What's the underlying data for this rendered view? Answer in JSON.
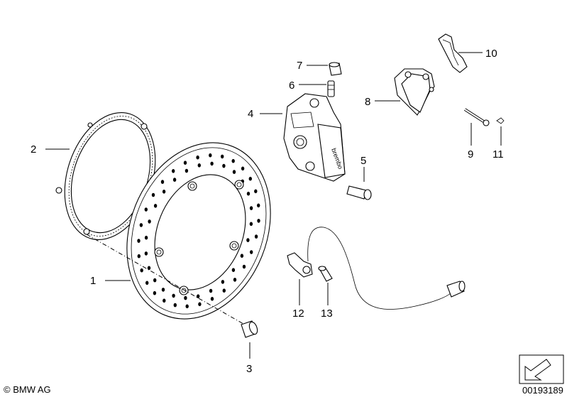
{
  "diagram": {
    "callouts": [
      {
        "id": "1",
        "label": "1"
      },
      {
        "id": "2",
        "label": "2"
      },
      {
        "id": "3",
        "label": "3"
      },
      {
        "id": "4",
        "label": "4"
      },
      {
        "id": "5",
        "label": "5"
      },
      {
        "id": "6",
        "label": "6"
      },
      {
        "id": "7",
        "label": "7"
      },
      {
        "id": "8",
        "label": "8"
      },
      {
        "id": "9",
        "label": "9"
      },
      {
        "id": "10",
        "label": "10"
      },
      {
        "id": "11",
        "label": "11"
      },
      {
        "id": "12",
        "label": "12"
      },
      {
        "id": "13",
        "label": "13"
      }
    ],
    "copyright": "© BMW AG",
    "image_number": "00193189"
  }
}
